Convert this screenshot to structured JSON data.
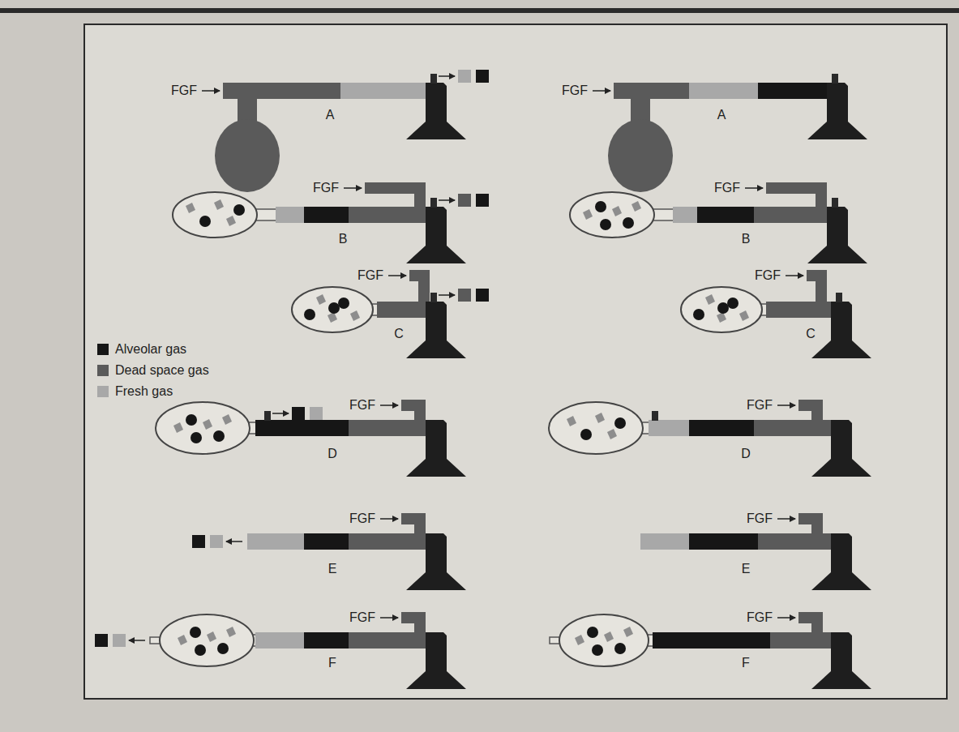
{
  "diagram": {
    "labels": [
      "FGF",
      "A",
      "FGF",
      "A",
      "FGF",
      "B",
      "FGF",
      "B",
      "FGF",
      "C",
      "FGF",
      "C",
      "FGF",
      "D",
      "FGF",
      "D",
      "FGF",
      "E",
      "FGF",
      "E",
      "FGF",
      "F",
      "FGF",
      "F"
    ],
    "legend": [
      {
        "text": "Alveolar gas",
        "color": "#161616"
      },
      {
        "text": "Dead space gas",
        "color": "#5a5a5a"
      },
      {
        "text": "Fresh gas",
        "color": "#a8a8a8"
      }
    ]
  }
}
